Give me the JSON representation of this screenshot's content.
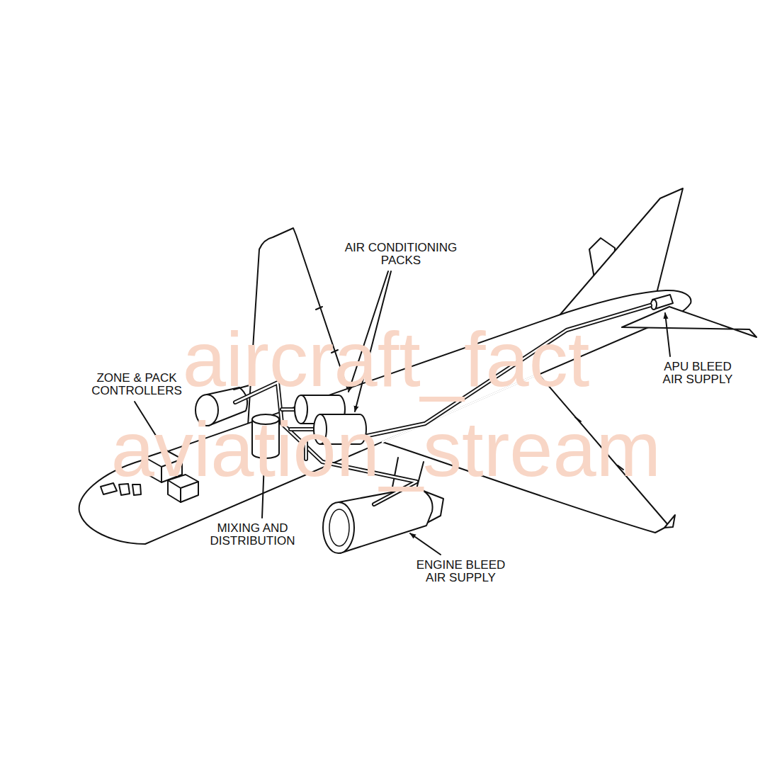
{
  "diagram": {
    "labels": [
      "AIR CONDITIONING PACKS",
      "ZONE & PACK CONTROLLERS",
      "APU BLEED AIR SUPPLY",
      "MIXING AND DISTRIBUTION",
      "ENGINE BLEED AIR SUPPLY",
      "aircraft_fact",
      "aviation_stream"
    ]
  }
}
